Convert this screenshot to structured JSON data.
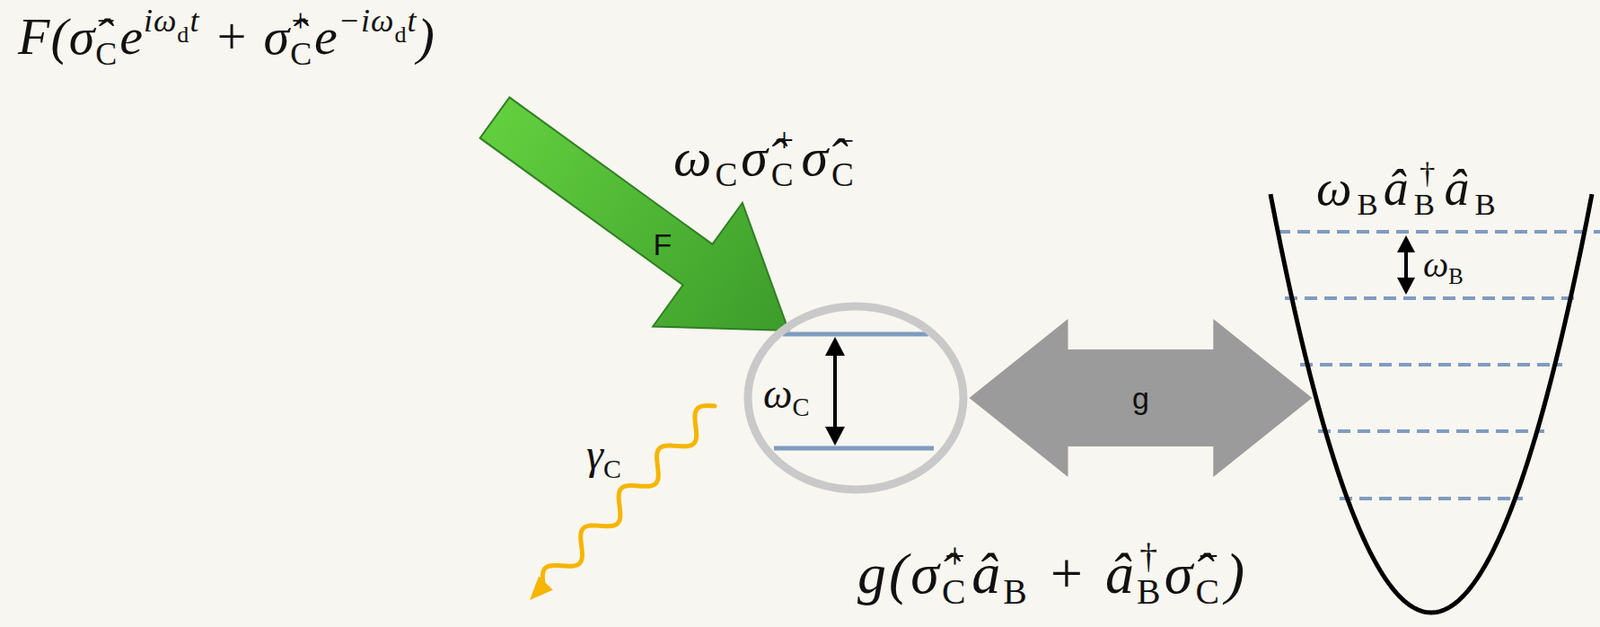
{
  "diagram": {
    "nodes": [
      {
        "text": [
          "ωCσ̂C+σ̂C−",
          "ωC"
        ]
      },
      {
        "text": [
          "ωBâB†âB",
          "ωB"
        ]
      }
    ],
    "edges": [
      {
        "from": 0,
        "to": 1,
        "label": "g",
        "arrow": "both"
      }
    ],
    "labels": [
      "F(σ̂C−eiωdt + σ̂C+e−iωdt)",
      "F",
      "γC",
      "g(σ̂C+âB + âB†σ̂C−)"
    ]
  }
}
